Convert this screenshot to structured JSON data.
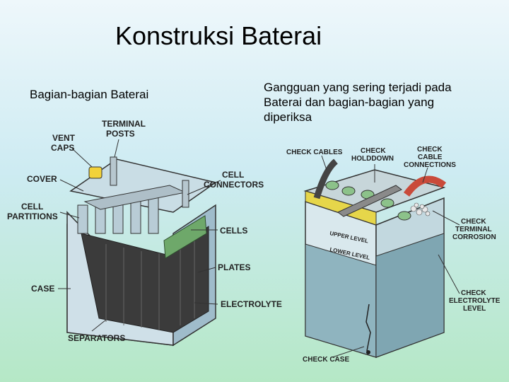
{
  "title": "Konstruksi Baterai",
  "left_heading": "Bagian-bagian Baterai",
  "right_heading": "Gangguan yang sering terjadi pada Baterai dan bagian-bagian yang diperiksa",
  "left_labels": {
    "terminal_posts_1": "TERMINAL",
    "terminal_posts_2": "POSTS",
    "vent_caps_1": "VENT",
    "vent_caps_2": "CAPS",
    "cover": "COVER",
    "cell_connectors_1": "CELL",
    "cell_connectors_2": "CONNECTORS",
    "cell_partitions_1": "CELL",
    "cell_partitions_2": "PARTITIONS",
    "cells": "CELLS",
    "plates": "PLATES",
    "case": "CASE",
    "electrolyte": "ELECTROLYTE",
    "separators": "SEPARATORS"
  },
  "right_labels": {
    "check_cables": "CHECK CABLES",
    "check_holddown_1": "CHECK",
    "check_holddown_2": "HOLDDOWN",
    "check_cable_connections_1": "CHECK",
    "check_cable_connections_2": "CABLE",
    "check_cable_connections_3": "CONNECTIONS",
    "check_terminal_corrosion_1": "CHECK",
    "check_terminal_corrosion_2": "TERMINAL",
    "check_terminal_corrosion_3": "CORROSION",
    "check_electrolyte_level_1": "CHECK",
    "check_electrolyte_level_2": "ELECTROLYTE",
    "check_electrolyte_level_3": "LEVEL",
    "check_case": "CHECK CASE",
    "upper_level": "UPPER LEVEL",
    "lower_level": "LOWER LEVEL"
  }
}
